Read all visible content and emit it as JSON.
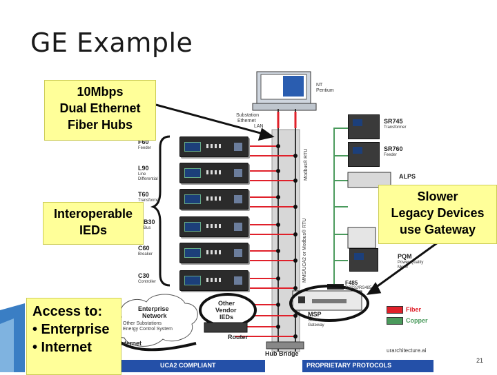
{
  "slide": {
    "title": "GE Example",
    "page_number": "21"
  },
  "callouts": {
    "hubs": [
      "10Mbps",
      "Dual Ethernet",
      "Fiber Hubs"
    ],
    "ieds": [
      "Interoperable",
      "IEDs"
    ],
    "gateway": [
      "Slower",
      "Legacy Devices",
      "use Gateway"
    ],
    "access": [
      "Access to:",
      "• Enterprise",
      "• Internet"
    ]
  },
  "diagram": {
    "pc_label": [
      "NT",
      "Pentium"
    ],
    "lan_label": [
      "Substation",
      "Ethernet",
      "LAN"
    ],
    "ieds": [
      {
        "name": "F60",
        "desc": [
          "Feeder"
        ]
      },
      {
        "name": "L90",
        "desc": [
          "Line",
          "Differential"
        ]
      },
      {
        "name": "T60",
        "desc": [
          "Transformer"
        ]
      },
      {
        "name": "B30",
        "desc": [
          "Bus"
        ]
      },
      {
        "name": "C60",
        "desc": [
          "Breaker"
        ]
      },
      {
        "name": "C30",
        "desc": [
          "Controller"
        ]
      }
    ],
    "legacy": [
      {
        "name": "SR745",
        "desc": "Transformer"
      },
      {
        "name": "SR760",
        "desc": "Feeder"
      },
      {
        "name": "ALPS",
        "desc": ""
      },
      {
        "name": "PQM",
        "desc": "Power Quality Meter"
      },
      {
        "name": "F485",
        "desc": "RS232/RS485"
      }
    ],
    "modbus_rtu": "Modbus® RTU",
    "mms_label": "MMS/UCA2 or Modbus® RTU",
    "enterprise": {
      "title": [
        "Enterprise",
        "Network"
      ],
      "sub": [
        "Other Substations",
        "Energy Control System"
      ]
    },
    "other_vendor": [
      "Other",
      "Vendor",
      "IEDs"
    ],
    "msp": {
      "name": "MSP",
      "desc": [
        "Serial",
        "Gateway"
      ]
    },
    "router": "Router",
    "hub_bridge": "Hub Bridge",
    "internet": "Internet",
    "footer_url": "urarchitecture.ai",
    "legend": {
      "fiber": "Fiber",
      "copper": "Copper"
    },
    "banner_left": "UCA2 COMPLIANT",
    "banner_right": "PROPRIETARY PROTOCOLS"
  }
}
